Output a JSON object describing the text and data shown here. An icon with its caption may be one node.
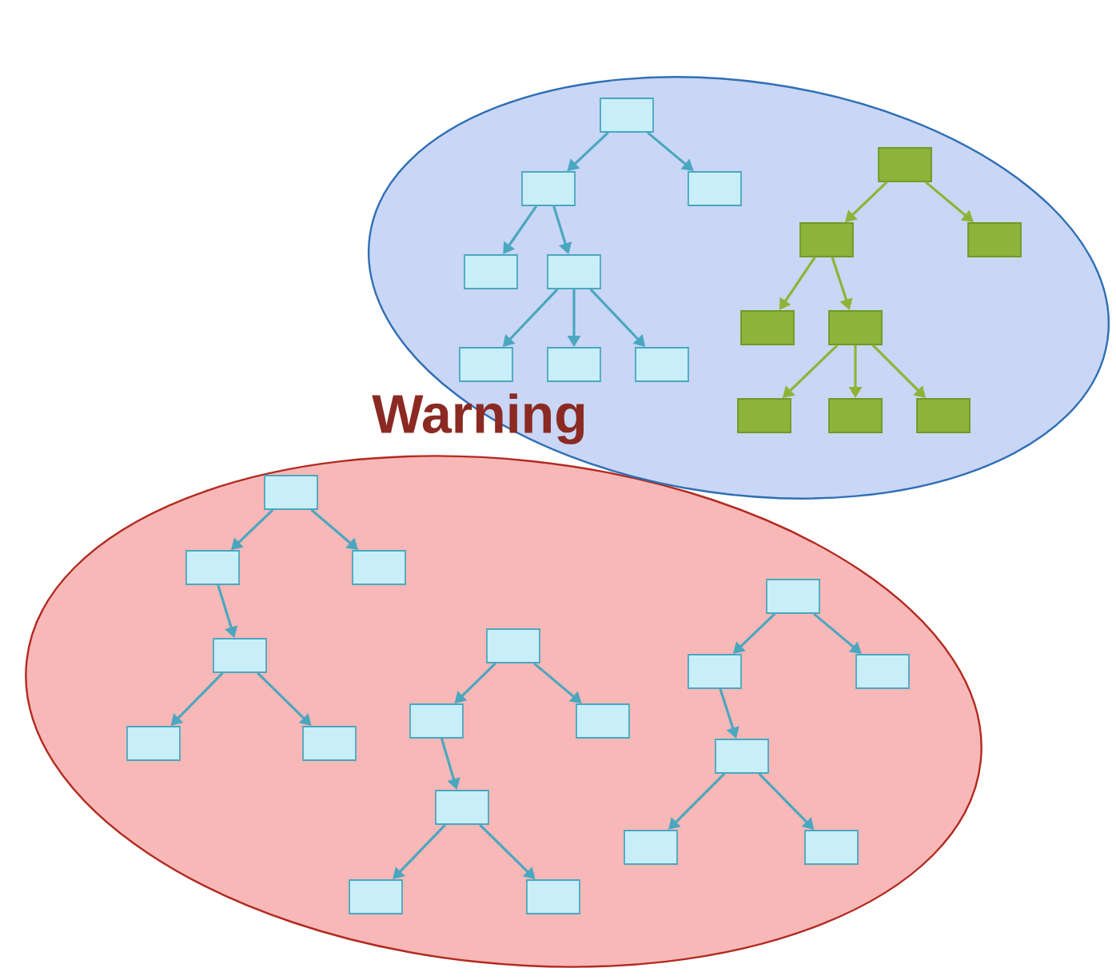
{
  "diagram": {
    "nodes": [
      {
        "text": [],
        "shape": "ellipse"
      },
      {
        "text": [],
        "shape": "box",
        "in": 0
      },
      {
        "text": [],
        "shape": "box",
        "in": 0
      },
      {
        "text": [],
        "shape": "box",
        "in": 0
      },
      {
        "text": [],
        "shape": "box",
        "in": 0
      },
      {
        "text": [],
        "shape": "box",
        "in": 0
      },
      {
        "text": [],
        "shape": "box",
        "in": 0
      },
      {
        "text": [],
        "shape": "box",
        "in": 0
      },
      {
        "text": [],
        "shape": "box",
        "in": 0
      },
      {
        "text": [],
        "shape": "box",
        "in": 0
      },
      {
        "text": [],
        "shape": "box",
        "in": 0
      },
      {
        "text": [],
        "shape": "box",
        "in": 0
      },
      {
        "text": [],
        "shape": "box",
        "in": 0
      },
      {
        "text": [],
        "shape": "box",
        "in": 0
      },
      {
        "text": [],
        "shape": "box",
        "in": 0
      },
      {
        "text": [],
        "shape": "box",
        "in": 0
      },
      {
        "text": [],
        "shape": "box",
        "in": 0
      },
      {
        "text": [],
        "shape": "ellipse"
      },
      {
        "text": [],
        "shape": "box",
        "in": 17
      },
      {
        "text": [],
        "shape": "box",
        "in": 17
      },
      {
        "text": [],
        "shape": "box",
        "in": 17
      },
      {
        "text": [],
        "shape": "box",
        "in": 17
      },
      {
        "text": [],
        "shape": "box",
        "in": 17
      },
      {
        "text": [],
        "shape": "box",
        "in": 17
      },
      {
        "text": [],
        "shape": "box",
        "in": 17
      },
      {
        "text": [],
        "shape": "box",
        "in": 17
      },
      {
        "text": [],
        "shape": "box",
        "in": 17
      },
      {
        "text": [],
        "shape": "box",
        "in": 17
      },
      {
        "text": [],
        "shape": "box",
        "in": 17
      },
      {
        "text": [],
        "shape": "box",
        "in": 17
      },
      {
        "text": [],
        "shape": "box",
        "in": 17
      },
      {
        "text": [],
        "shape": "box",
        "in": 17
      },
      {
        "text": [],
        "shape": "box",
        "in": 17
      },
      {
        "text": [],
        "shape": "box",
        "in": 17
      },
      {
        "text": [],
        "shape": "box",
        "in": 17
      },
      {
        "text": [],
        "shape": "box",
        "in": 17
      }
    ],
    "edges": [
      {
        "from": 1,
        "to": 2,
        "arrow": "to"
      },
      {
        "from": 1,
        "to": 3,
        "arrow": "to"
      },
      {
        "from": 2,
        "to": 4,
        "arrow": "to"
      },
      {
        "from": 2,
        "to": 5,
        "arrow": "to"
      },
      {
        "from": 5,
        "to": 6,
        "arrow": "to"
      },
      {
        "from": 5,
        "to": 7,
        "arrow": "to"
      },
      {
        "from": 5,
        "to": 8,
        "arrow": "to"
      },
      {
        "from": 9,
        "to": 10,
        "arrow": "to",
        "color": "#8fb338"
      },
      {
        "from": 9,
        "to": 11,
        "arrow": "to",
        "color": "#8fb338"
      },
      {
        "from": 10,
        "to": 12,
        "arrow": "to",
        "color": "#8fb338"
      },
      {
        "from": 10,
        "to": 13,
        "arrow": "to",
        "color": "#8fb338"
      },
      {
        "from": 13,
        "to": 14,
        "arrow": "to",
        "color": "#8fb338"
      },
      {
        "from": 13,
        "to": 15,
        "arrow": "to",
        "color": "#8fb338"
      },
      {
        "from": 13,
        "to": 16,
        "arrow": "to",
        "color": "#8fb338"
      },
      {
        "from": 18,
        "to": 19,
        "arrow": "to"
      },
      {
        "from": 18,
        "to": 20,
        "arrow": "to"
      },
      {
        "from": 19,
        "to": 21,
        "arrow": "to"
      },
      {
        "from": 21,
        "to": 22,
        "arrow": "to"
      },
      {
        "from": 21,
        "to": 23,
        "arrow": "to"
      },
      {
        "from": 24,
        "to": 25,
        "arrow": "to"
      },
      {
        "from": 24,
        "to": 26,
        "arrow": "to"
      },
      {
        "from": 25,
        "to": 27,
        "arrow": "to"
      },
      {
        "from": 27,
        "to": 28,
        "arrow": "to"
      },
      {
        "from": 27,
        "to": 29,
        "arrow": "to"
      },
      {
        "from": 30,
        "to": 31,
        "arrow": "to"
      },
      {
        "from": 30,
        "to": 32,
        "arrow": "to"
      },
      {
        "from": 31,
        "to": 33,
        "arrow": "to"
      },
      {
        "from": 33,
        "to": 34,
        "arrow": "to"
      },
      {
        "from": 33,
        "to": 35,
        "arrow": "to"
      }
    ],
    "labels": [
      "Warning"
    ]
  }
}
